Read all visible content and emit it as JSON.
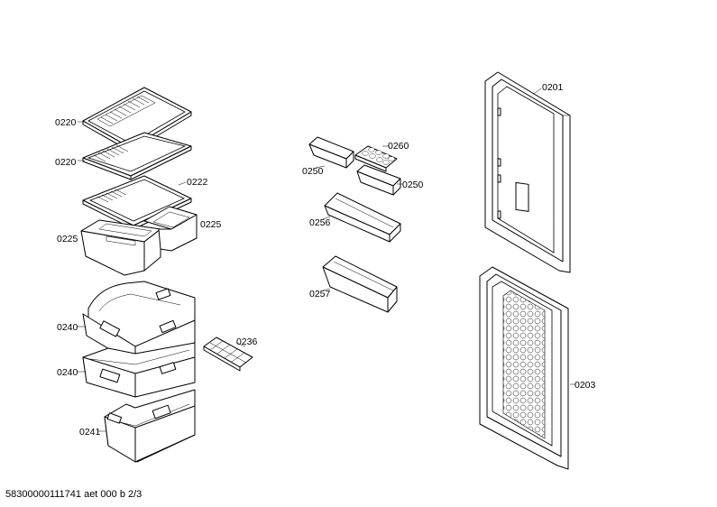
{
  "labels": {
    "p0220a": "0220",
    "p0220b": "0220",
    "p0222": "0222",
    "p0225a": "0225",
    "p0225b": "0225",
    "p0240a": "0240",
    "p0240b": "0240",
    "p0241": "0241",
    "p0236": "0236",
    "p0260": "0260",
    "p0250a": "0250",
    "p0250b": "0250",
    "p0256": "0256",
    "p0257": "0257",
    "p0201": "0201",
    "p0203": "0203"
  },
  "footer": "58300000111741 aet 000 b 2/3"
}
